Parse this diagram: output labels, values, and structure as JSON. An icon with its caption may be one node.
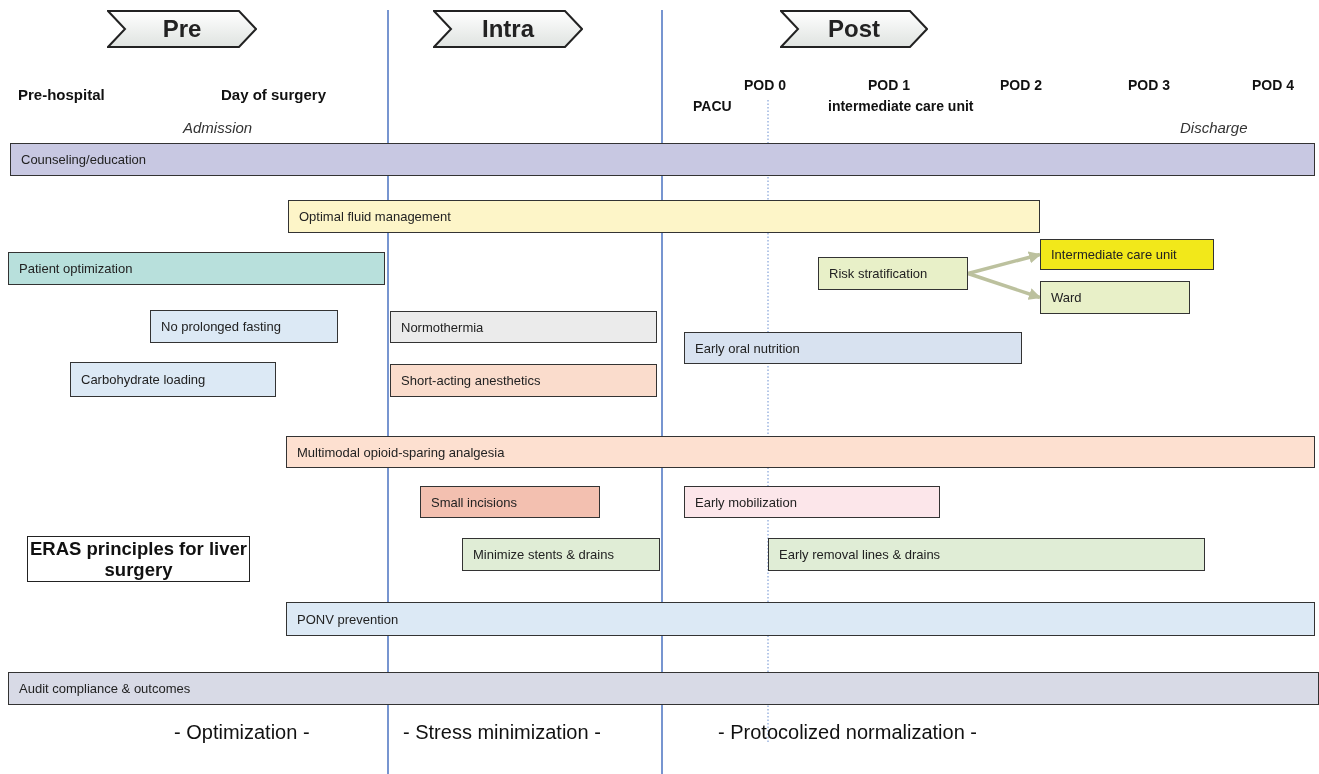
{
  "diagram": {
    "nodes": [
      {
        "text": [
          "Pre"
        ]
      },
      {
        "text": [
          "Intra"
        ]
      },
      {
        "text": [
          "Post"
        ]
      },
      {
        "text": [
          "Counseling/education"
        ]
      },
      {
        "text": [
          "Optimal fluid management"
        ]
      },
      {
        "text": [
          "Patient optimization"
        ]
      },
      {
        "text": [
          "Risk stratification"
        ]
      },
      {
        "text": [
          "Intermediate care unit"
        ]
      },
      {
        "text": [
          "Ward"
        ]
      },
      {
        "text": [
          "No prolonged fasting"
        ]
      },
      {
        "text": [
          "Normothermia"
        ]
      },
      {
        "text": [
          "Early oral nutrition"
        ]
      },
      {
        "text": [
          "Carbohydrate loading"
        ]
      },
      {
        "text": [
          "Short-acting anesthetics"
        ]
      },
      {
        "text": [
          "Multimodal opioid-sparing analgesia"
        ]
      },
      {
        "text": [
          "Small incisions"
        ]
      },
      {
        "text": [
          "Early mobilization"
        ]
      },
      {
        "text": [
          "ERAS principles for liver surgery"
        ]
      },
      {
        "text": [
          "Minimize stents & drains"
        ]
      },
      {
        "text": [
          "Early removal lines & drains"
        ]
      },
      {
        "text": [
          "PONV prevention"
        ]
      },
      {
        "text": [
          "Audit compliance & outcomes"
        ]
      }
    ],
    "edges": [
      {
        "from": 6,
        "to": 7,
        "arrow": "to"
      },
      {
        "from": 6,
        "to": 8,
        "arrow": "to"
      }
    ],
    "labels": [
      "Pre-hospital",
      "Day of surgery",
      "POD 0",
      "POD 1",
      "POD 2",
      "POD 3",
      "POD 4",
      "PACU",
      "intermediate care unit",
      "Admission",
      "Discharge",
      "- Optimization -",
      "- Stress minimization -",
      "- Protocolized normalization -"
    ]
  }
}
